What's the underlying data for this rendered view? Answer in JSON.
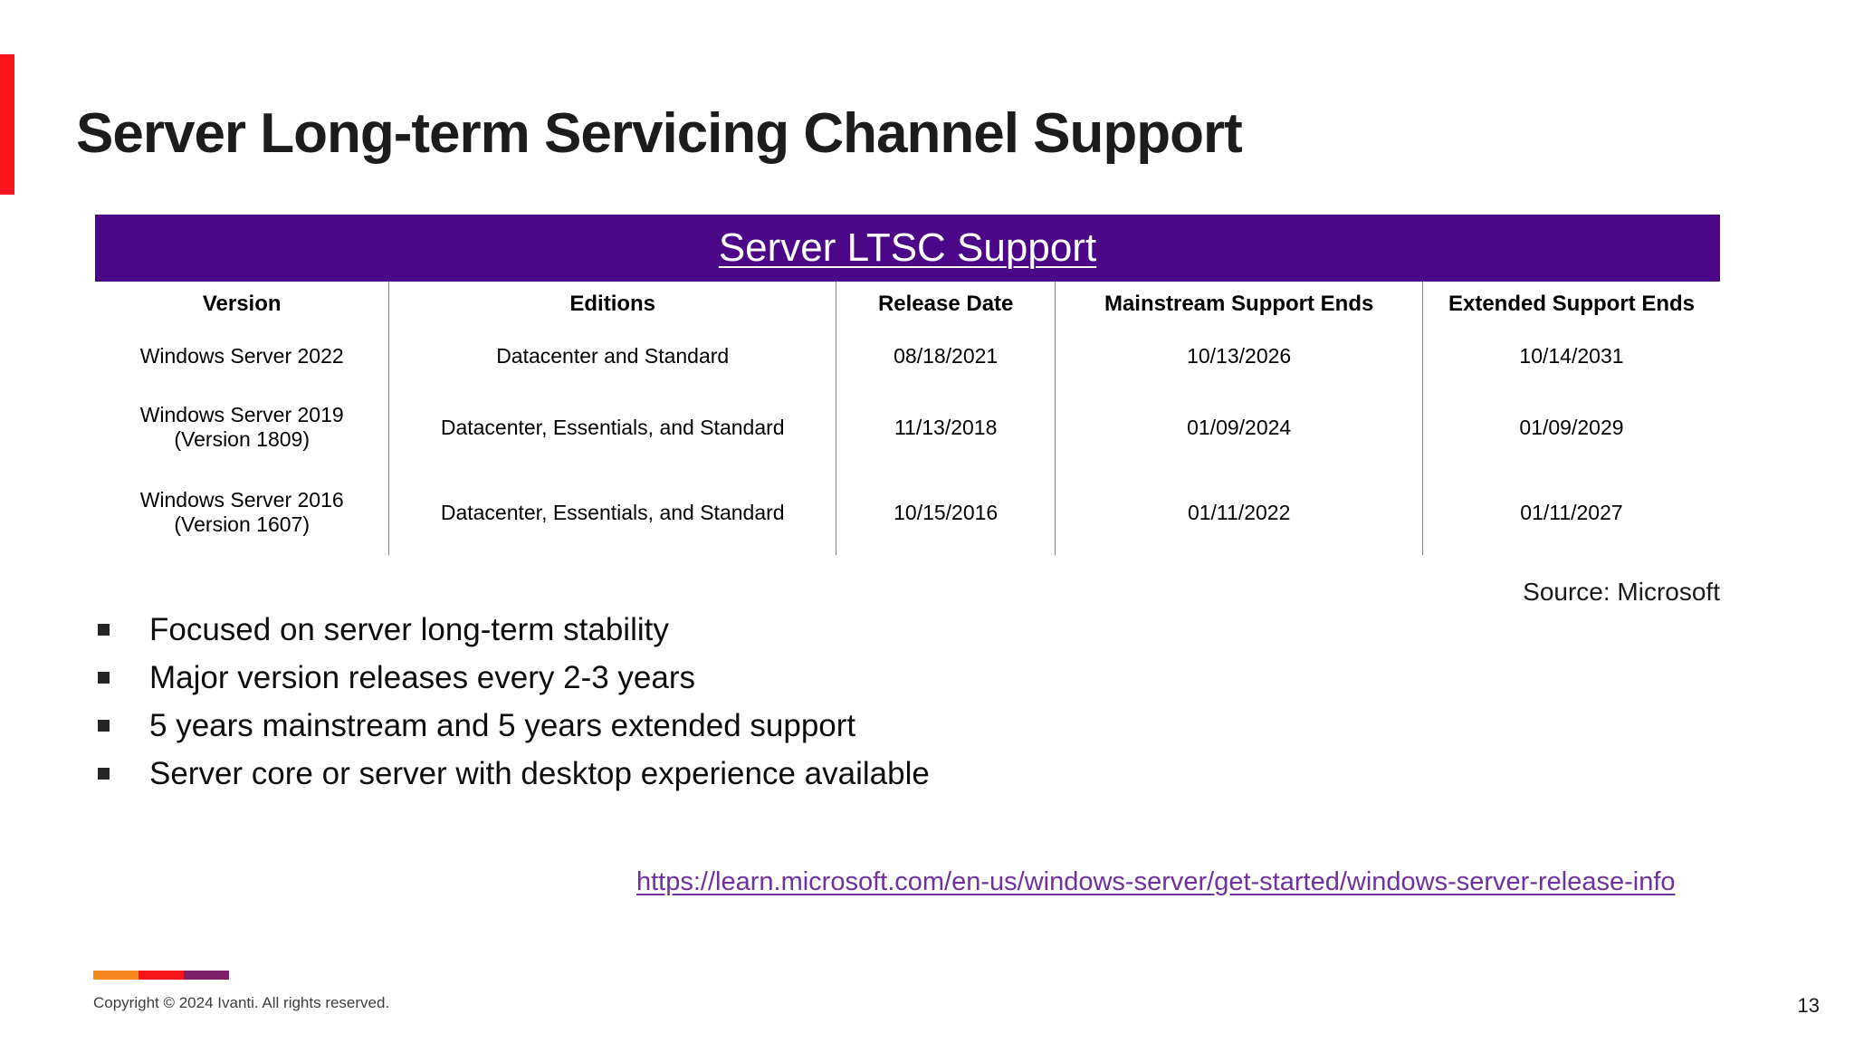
{
  "slide": {
    "title": "Server Long-term Servicing Channel Support",
    "source_note": "Source: Microsoft",
    "link_url_text": "https://learn.microsoft.com/en-us/windows-server/get-started/windows-server-release-info",
    "copyright": "Copyright © 2024 Ivanti. All rights reserved.",
    "page_number": "13"
  },
  "table": {
    "caption": "Server LTSC Support",
    "columns": [
      "Version",
      "Editions",
      "Release Date",
      "Mainstream Support Ends",
      "Extended Support Ends"
    ],
    "rows": [
      {
        "version_line1": "Windows Server 2022",
        "version_line2": "",
        "editions": "Datacenter and Standard",
        "release_date": "08/18/2021",
        "mainstream_support_ends": "10/13/2026",
        "extended_support_ends": "10/14/2031"
      },
      {
        "version_line1": "Windows Server 2019",
        "version_line2": "(Version 1809)",
        "editions": "Datacenter, Essentials, and Standard",
        "release_date": "11/13/2018",
        "mainstream_support_ends": "01/09/2024",
        "extended_support_ends": "01/09/2029"
      },
      {
        "version_line1": "Windows Server 2016",
        "version_line2": "(Version 1607)",
        "editions": "Datacenter, Essentials, and Standard",
        "release_date": "10/15/2016",
        "mainstream_support_ends": "01/11/2022",
        "extended_support_ends": "01/11/2027"
      }
    ]
  },
  "bullets": [
    "Focused on server long-term stability",
    "Major version releases every 2-3 years",
    "5 years mainstream and 5 years extended support",
    "Server core or server with desktop experience available"
  ],
  "colors": {
    "table_header_purple": "#4b0787",
    "link_purple": "#7030a0",
    "accent_red": "#f8141a",
    "brand_bar_orange": "#f6871d",
    "brand_bar_red": "#f7151c",
    "brand_bar_plum": "#7e1f69"
  }
}
